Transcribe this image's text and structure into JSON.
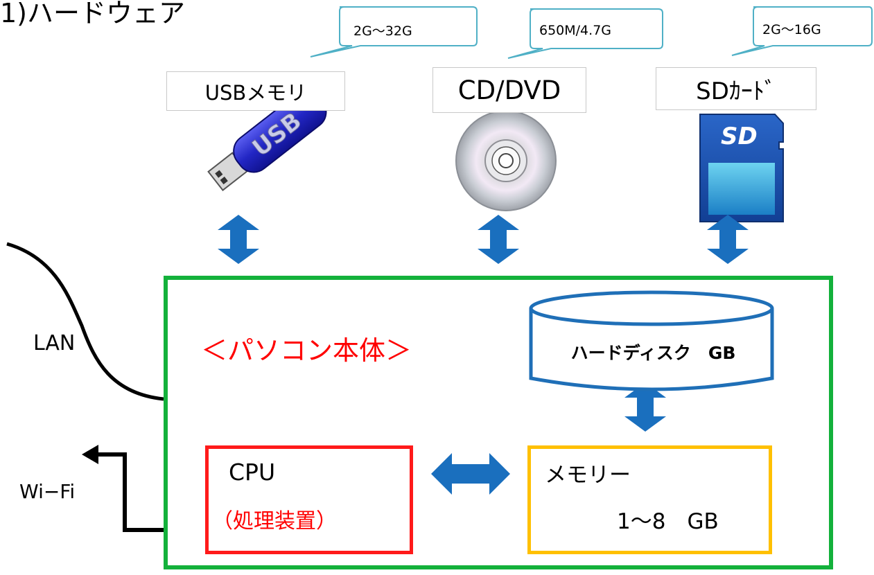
{
  "title": "1)ハードウェア",
  "devices": [
    {
      "name": "USBメモリ",
      "capacity": "2G〜32G"
    },
    {
      "name": "CD/DVD",
      "capacity": "650M/4.7G"
    },
    {
      "name": "SDｶｰﾄﾞ",
      "capacity": "2G〜16G"
    }
  ],
  "connections": {
    "lan": "LAN",
    "wifi": "Wi−Fi"
  },
  "pc": {
    "title": "＜パソコン本体＞",
    "hdd": "ハードディスク　GB",
    "cpu": {
      "label": "CPU",
      "sub": "（処理装置）"
    },
    "memory": {
      "label": "メモリー",
      "size": "1〜8　GB"
    }
  },
  "colors": {
    "main_box": "#13b13b",
    "cpu": "#ff1a1a",
    "memory": "#ffc000",
    "hdd": "#1f6fb7",
    "arrow": "#1a6fbe",
    "callout": "#4fb0c6"
  }
}
